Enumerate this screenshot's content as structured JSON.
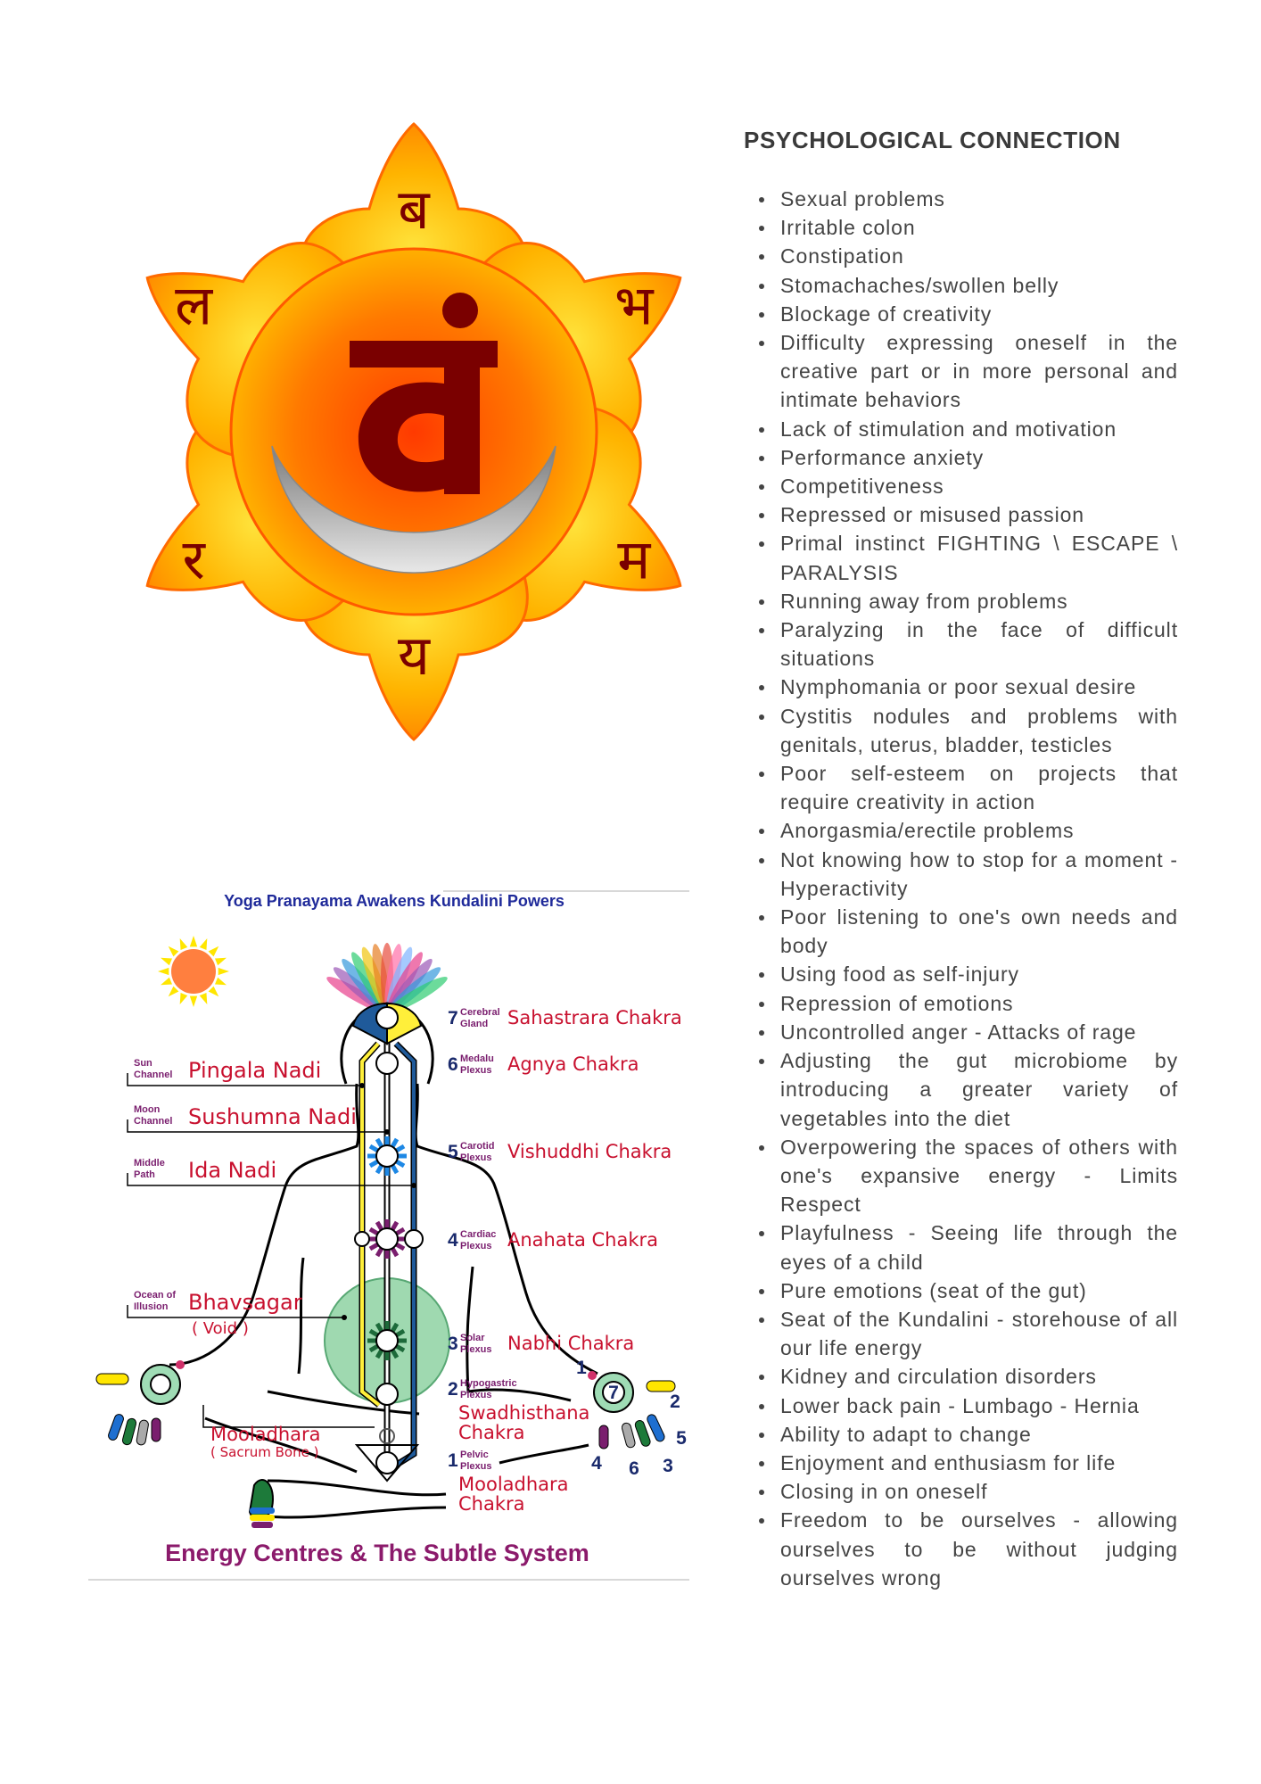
{
  "chakra_symbol": {
    "center_glyph": "वं",
    "petal_letters": [
      "ब",
      "भ",
      "म",
      "य",
      "र",
      "ल"
    ],
    "colors": {
      "outer": "#ffc21a",
      "inner": "#ff6a00",
      "glyph": "#7a0000",
      "crescent": "#a8a8a8"
    }
  },
  "diagram": {
    "title": "Yoga Pranayama Awakens Kundalini Powers",
    "footer": "Energy Centres & The Subtle System",
    "nadis": [
      {
        "small1": "Sun",
        "small2": "Channel",
        "label": "Pingala Nadi"
      },
      {
        "small1": "Moon",
        "small2": "Channel",
        "label": "Sushumna Nadi"
      },
      {
        "small1": "Middle",
        "small2": "Path",
        "label": "Ida Nadi"
      },
      {
        "small1": "Ocean of",
        "small2": "Illusion",
        "label": "Bhavsagar",
        "sub": "( Void )"
      }
    ],
    "sacrum": {
      "label": "Mooladhara",
      "sub": "( Sacrum Bone )"
    },
    "chakras": [
      {
        "num": "7",
        "small1": "Cerebral",
        "small2": "Gland",
        "label": "Sahastrara Chakra"
      },
      {
        "num": "6",
        "small1": "Medalu",
        "small2": "Plexus",
        "label": "Agnya Chakra"
      },
      {
        "num": "5",
        "small1": "Carotid",
        "small2": "Plexus",
        "label": "Vishuddhi Chakra"
      },
      {
        "num": "4",
        "small1": "Cardiac",
        "small2": "Plexus",
        "label": "Anahata Chakra"
      },
      {
        "num": "3",
        "small1": "Solar",
        "small2": "Plexus",
        "label": "Nabhi Chakra"
      },
      {
        "num": "2",
        "small1": "Hypogastric",
        "small2": "Plexus",
        "label": "Swadhisthana",
        "label2": "Chakra"
      },
      {
        "num": "1",
        "small1": "Pelvic",
        "small2": "Plexus",
        "label": "Mooladhara",
        "label2": "Chakra"
      }
    ],
    "hand_numbers": [
      "1",
      "2",
      "5",
      "3",
      "6",
      "4"
    ],
    "palm_number": "7"
  },
  "section": {
    "heading": "PSYCHOLOGICAL CONNECTION",
    "items": [
      "Sexual problems",
      "Irritable colon",
      "Constipation",
      "Stomachaches/swollen belly",
      "Blockage of creativity",
      "Difficulty expressing oneself in the creative part or in more personal and intimate behaviors",
      "Lack of stimulation and motivation",
      "Performance anxiety",
      "Competitiveness",
      "Repressed or misused passion",
      "Primal instinct FIGHTING \\ ESCAPE \\ PARALYSIS",
      "Running away from problems",
      "Paralyzing in the face of difficult situations",
      "Nymphomania or poor sexual desire",
      "Cystitis nodules and problems with genitals, uterus, bladder, testicles",
      "Poor self-esteem on projects that require creativity in action",
      "Anorgasmia/erectile problems",
      "Not knowing how to stop for a moment - Hyperactivity",
      "Poor listening to one's own needs and body",
      "Using food as self-injury",
      "Repression of emotions",
      "Uncontrolled anger - Attacks of rage",
      "Adjusting the gut microbiome by introducing a greater variety of vegetables into the diet",
      "Overpowering the spaces of others with one's expansive energy - Limits Respect",
      "Playfulness - Seeing life through the eyes of a child",
      "Pure emotions (seat of the gut)",
      "Seat of the Kundalini - storehouse of all our life energy",
      "Kidney and circulation disorders",
      "Lower back pain - Lumbago - Hernia",
      "Ability to adapt to change",
      "Enjoyment and enthusiasm for life",
      "Closing in on oneself",
      "Freedom to be ourselves - allowing ourselves to be without judging ourselves wrong"
    ]
  }
}
